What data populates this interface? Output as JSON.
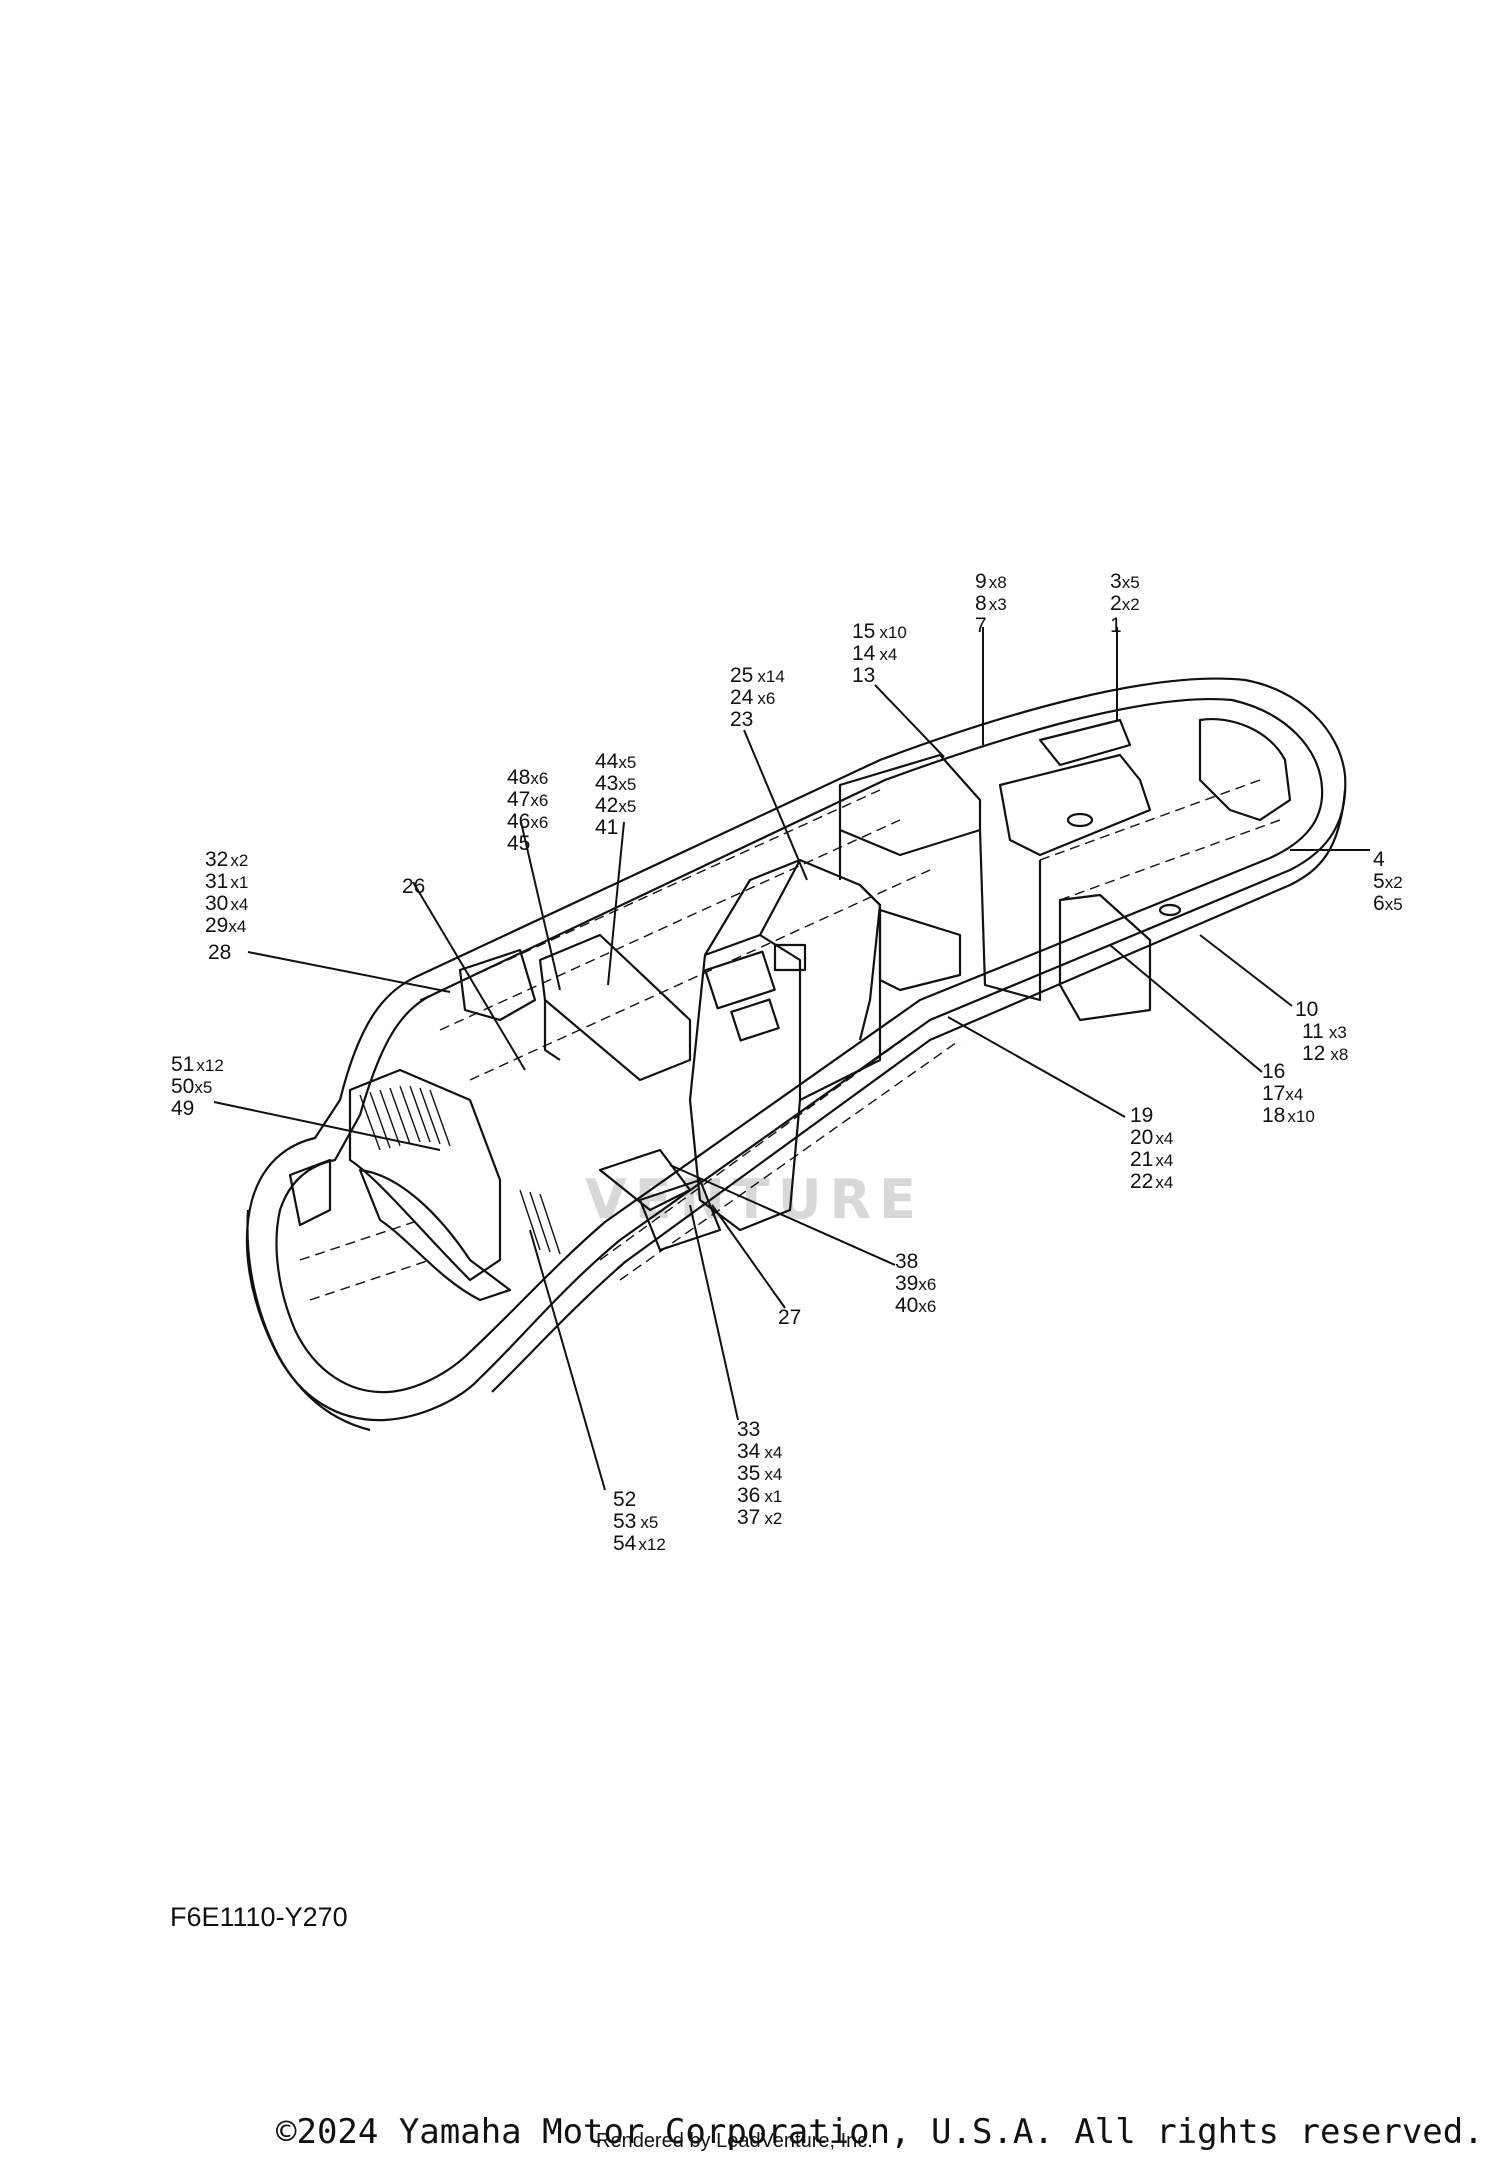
{
  "diagram": {
    "reference_code": "F6E1110-Y270",
    "copyright": "©2024 Yamaha Motor Corporation, U.S.A. All rights reserved.",
    "rendered_by": "Rendered by LeadVenture, Inc.",
    "watermark": "VENTURE",
    "callouts": [
      {
        "part": "9",
        "qty": "x8"
      },
      {
        "part": "8",
        "qty": "x3"
      },
      {
        "part": "7",
        "qty": ""
      },
      {
        "part": "3",
        "qty": "x5"
      },
      {
        "part": "2",
        "qty": "x2"
      },
      {
        "part": "1",
        "qty": ""
      },
      {
        "part": "15",
        "qty": "x10"
      },
      {
        "part": "14",
        "qty": "x4"
      },
      {
        "part": "13",
        "qty": ""
      },
      {
        "part": "25",
        "qty": "x14"
      },
      {
        "part": "24",
        "qty": "x6"
      },
      {
        "part": "23",
        "qty": ""
      },
      {
        "part": "44",
        "qty": "x5"
      },
      {
        "part": "43",
        "qty": "x5"
      },
      {
        "part": "42",
        "qty": "x5"
      },
      {
        "part": "41",
        "qty": ""
      },
      {
        "part": "48",
        "qty": "x6"
      },
      {
        "part": "47",
        "qty": "x6"
      },
      {
        "part": "46",
        "qty": "x6"
      },
      {
        "part": "45",
        "qty": ""
      },
      {
        "part": "32",
        "qty": "x2"
      },
      {
        "part": "31",
        "qty": "x1"
      },
      {
        "part": "30",
        "qty": "x4"
      },
      {
        "part": "29",
        "qty": "x4"
      },
      {
        "part": "28",
        "qty": ""
      },
      {
        "part": "26",
        "qty": ""
      },
      {
        "part": "4",
        "qty": ""
      },
      {
        "part": "5",
        "qty": "x2"
      },
      {
        "part": "6",
        "qty": "x5"
      },
      {
        "part": "10",
        "qty": ""
      },
      {
        "part": "11",
        "qty": "x3"
      },
      {
        "part": "12",
        "qty": "x8"
      },
      {
        "part": "16",
        "qty": ""
      },
      {
        "part": "17",
        "qty": "x4"
      },
      {
        "part": "18",
        "qty": "x10"
      },
      {
        "part": "19",
        "qty": ""
      },
      {
        "part": "20",
        "qty": "x4"
      },
      {
        "part": "21",
        "qty": "x4"
      },
      {
        "part": "22",
        "qty": "x4"
      },
      {
        "part": "51",
        "qty": "x12"
      },
      {
        "part": "50",
        "qty": "x5"
      },
      {
        "part": "49",
        "qty": ""
      },
      {
        "part": "38",
        "qty": ""
      },
      {
        "part": "39",
        "qty": "x6"
      },
      {
        "part": "40",
        "qty": "x6"
      },
      {
        "part": "27",
        "qty": ""
      },
      {
        "part": "33",
        "qty": ""
      },
      {
        "part": "34",
        "qty": "x4"
      },
      {
        "part": "35",
        "qty": "x4"
      },
      {
        "part": "36",
        "qty": "x1"
      },
      {
        "part": "37",
        "qty": "x2"
      },
      {
        "part": "52",
        "qty": ""
      },
      {
        "part": "53",
        "qty": "x5"
      },
      {
        "part": "54",
        "qty": "x12"
      }
    ]
  }
}
